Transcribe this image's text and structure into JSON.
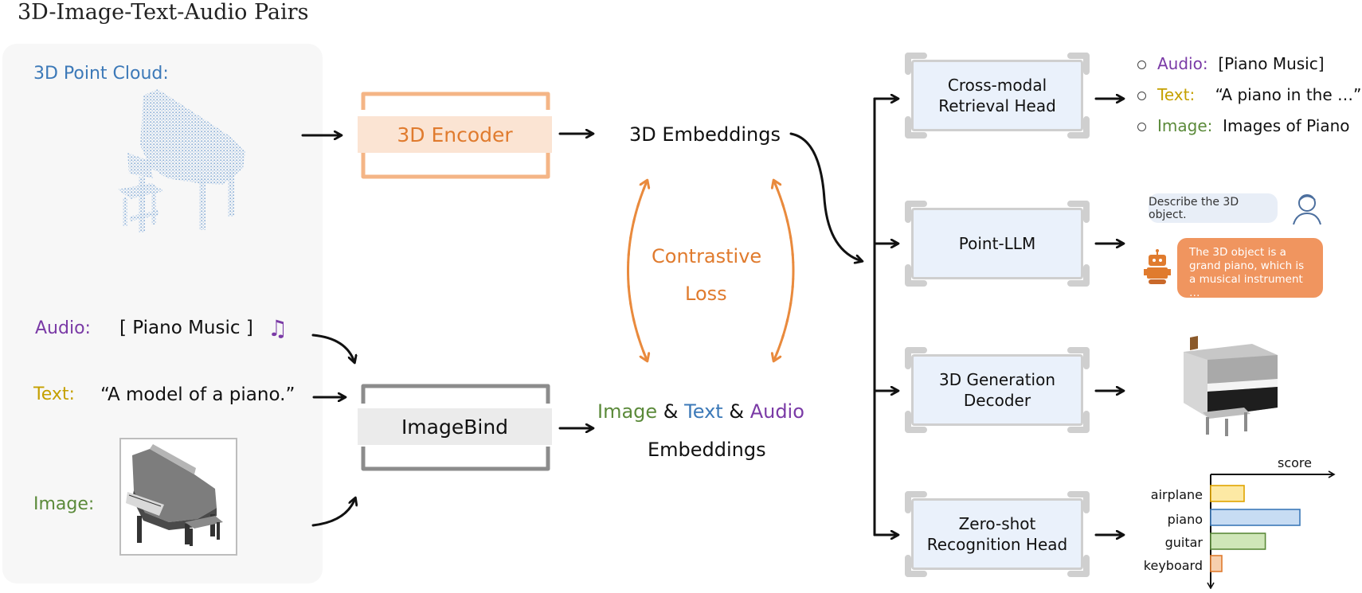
{
  "title": "3D-Image-Text-Audio Pairs",
  "left": {
    "point_cloud_label": "3D Point Cloud:",
    "audio_label": "Audio:",
    "audio_value": "[ Piano Music ]",
    "text_label": "Text:",
    "text_value": "“A model of a piano.”",
    "image_label": "Image:"
  },
  "encoders": {
    "encoder_3d": "3D Encoder",
    "imagebind": "ImageBind"
  },
  "embeddings": {
    "embed_3d": "3D Embeddings",
    "image_word": "Image",
    "amp1": " & ",
    "text_word": "Text",
    "amp2": " & ",
    "audio_word": "Audio",
    "embeddings_word": "Embeddings"
  },
  "loss": {
    "line1": "Contrastive",
    "line2": "Loss"
  },
  "heads": {
    "retrieval_line1": "Cross-modal",
    "retrieval_line2": "Retrieval Head",
    "llm": "Point-LLM",
    "gen_line1": "3D Generation",
    "gen_line2": "Decoder",
    "zs_line1": "Zero-shot",
    "zs_line2": "Recognition Head"
  },
  "retrieval_outputs": [
    {
      "label": "Audio:",
      "value": "[Piano Music]"
    },
    {
      "label": "Text:",
      "value": "“A piano in the …”"
    },
    {
      "label": "Image:",
      "value": "Images of Piano"
    }
  ],
  "chat": {
    "user_message": "Describe the 3D object.",
    "bot_message": "The 3D object is a grand piano, which is a musical instrument …"
  },
  "recognition": {
    "axis_label": "score",
    "categories": [
      "airplane",
      "piano",
      "guitar",
      "keyboard"
    ],
    "values": [
      0.3,
      0.8,
      0.49,
      0.1
    ]
  },
  "colors": {
    "blue": "#3c79b8",
    "purple": "#7a3aa6",
    "gold": "#c5a000",
    "green": "#5b8a3a",
    "orange": "#e07b2e",
    "bar_airplane": "#fde9a4",
    "bar_piano": "#c7dcf3",
    "bar_guitar": "#cfe6b8",
    "bar_keyboard": "#f6cfae"
  }
}
